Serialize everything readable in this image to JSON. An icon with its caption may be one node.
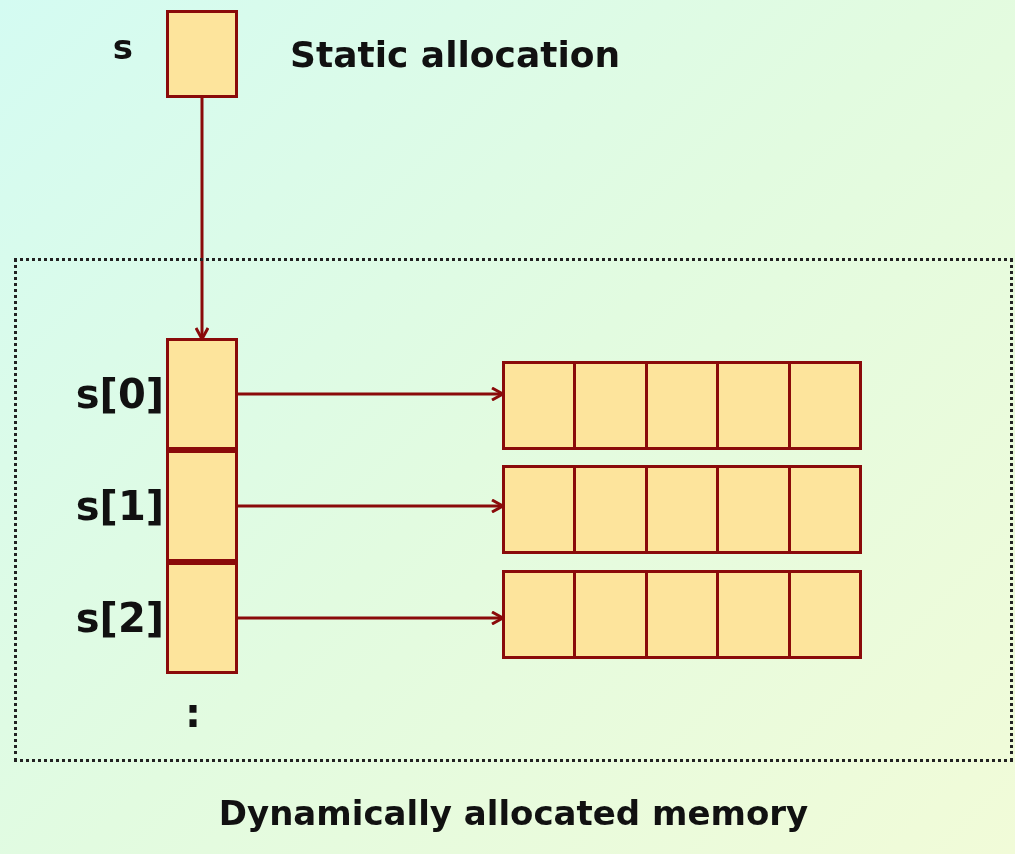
{
  "diagram": {
    "nodes": [
      {
        "text": [
          "Dynamically allocated memory"
        ]
      },
      {
        "text": [],
        "shape": "box",
        "beside": [
          "s"
        ]
      },
      {
        "text": [],
        "shape": "box",
        "in": 0,
        "beside": [
          "s[0]"
        ]
      },
      {
        "text": [],
        "shape": "box",
        "in": 0,
        "beside": [
          "s[1]"
        ]
      },
      {
        "text": [],
        "shape": "box",
        "in": 0,
        "beside": [
          "s[2]"
        ]
      },
      {
        "text": [],
        "shape": "bar",
        "in": 0
      },
      {
        "text": [],
        "shape": "bar",
        "in": 0
      },
      {
        "text": [],
        "shape": "bar",
        "in": 0
      }
    ],
    "edges": [
      {
        "from": 1,
        "to": 2,
        "arrow": "to"
      },
      {
        "from": 2,
        "to": 5,
        "arrow": "to"
      },
      {
        "from": 3,
        "to": 6,
        "arrow": "to"
      },
      {
        "from": 4,
        "to": 7,
        "arrow": "to"
      }
    ],
    "labels": [
      "Static allocation",
      ":"
    ]
  }
}
